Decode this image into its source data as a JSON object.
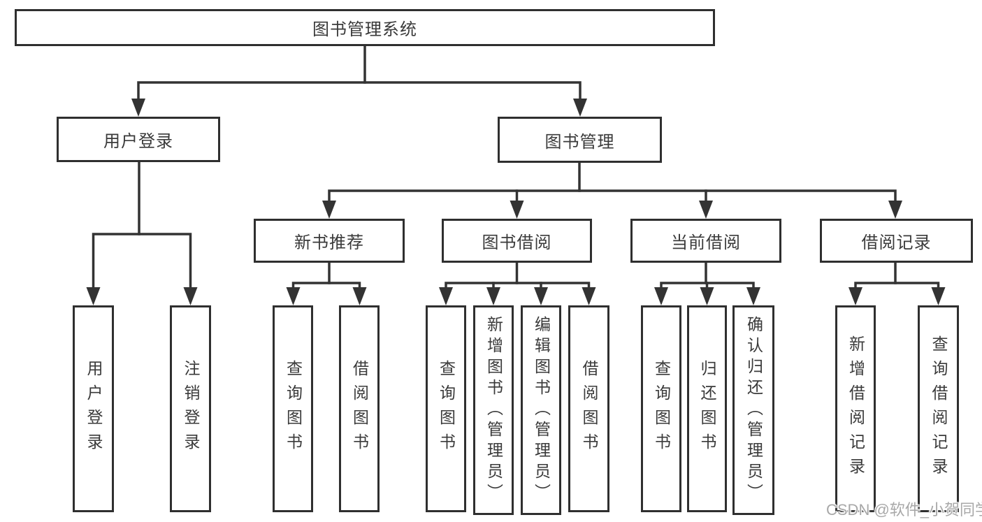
{
  "diagram": {
    "title": "图书管理系统",
    "type": "hierarchy",
    "colors": {
      "line": "#333333",
      "box_border": "#2f2f2f",
      "text": "#3a3a3a",
      "background": "#ffffff",
      "watermark_text": "#a8a8a8"
    },
    "tree": {
      "label": "图书管理系统",
      "children": [
        {
          "label": "用户登录",
          "children": [
            {
              "label": "用户登录"
            },
            {
              "label": "注销登录"
            }
          ]
        },
        {
          "label": "图书管理",
          "children": [
            {
              "label": "新书推荐",
              "children": [
                {
                  "label": "查询图书"
                },
                {
                  "label": "借阅图书"
                }
              ]
            },
            {
              "label": "图书借阅",
              "children": [
                {
                  "label": "查询图书"
                },
                {
                  "label": "新增图书（管理员）"
                },
                {
                  "label": "编辑图书（管理员）"
                },
                {
                  "label": "借阅图书"
                }
              ]
            },
            {
              "label": "当前借阅",
              "children": [
                {
                  "label": "查询图书"
                },
                {
                  "label": "归还图书"
                },
                {
                  "label": "确认归还（管理员）"
                }
              ]
            },
            {
              "label": "借阅记录",
              "children": [
                {
                  "label": "新增借阅记录"
                },
                {
                  "label": "查询借阅记录"
                }
              ]
            }
          ]
        }
      ]
    },
    "watermark": "CSDN @软件_小贺同学"
  }
}
